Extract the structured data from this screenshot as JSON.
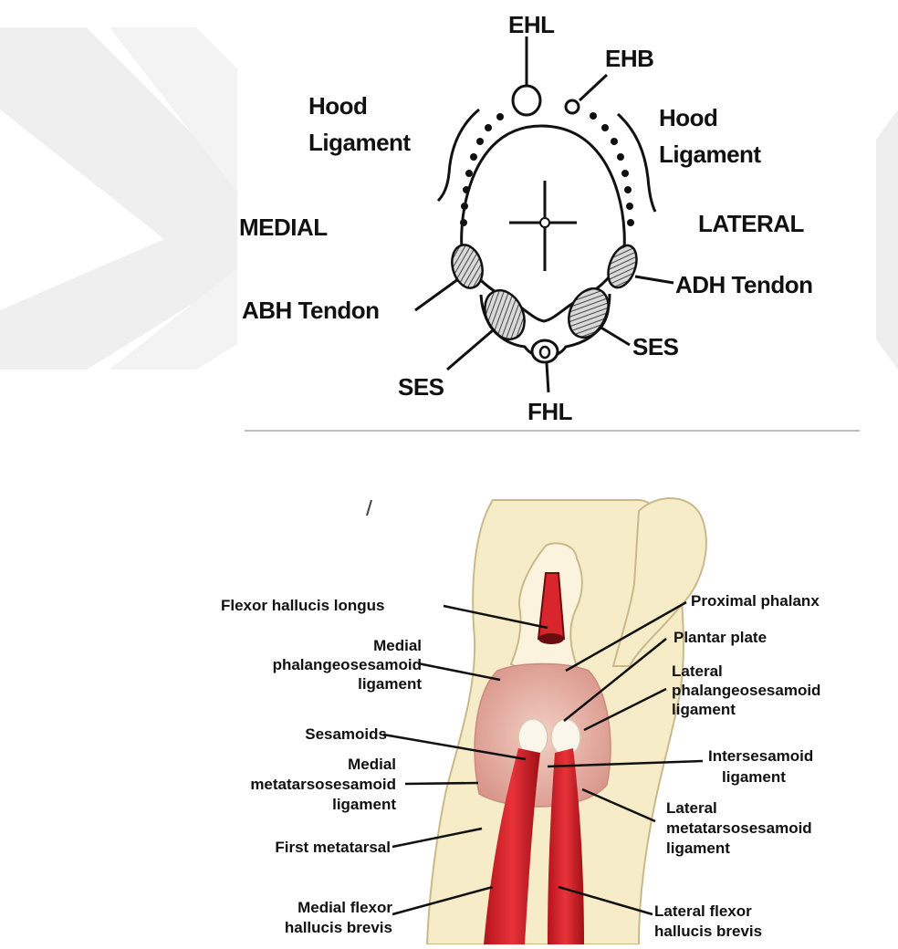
{
  "top_diagram": {
    "labels": {
      "ehl": "EHL",
      "ehb": "EHB",
      "hood_left_line1": "Hood",
      "hood_left_line2": "Ligament",
      "hood_right_line1": "Hood",
      "hood_right_line2": "Ligament",
      "medial": "MEDIAL",
      "lateral": "LATERAL",
      "adh_tendon": "ADH Tendon",
      "abh_tendon": "ABH Tendon",
      "ses_right": "SES",
      "ses_left": "SES",
      "fhl": "FHL"
    }
  },
  "bottom_diagram": {
    "labels": {
      "flexor_hallucis_longus": "Flexor hallucis longus",
      "proximal_phalanx": "Proximal phalanx",
      "plantar_plate": "Plantar plate",
      "medial_phalangeo_1": "Medial",
      "medial_phalangeo_2": "phalangeosesamoid",
      "medial_phalangeo_3": "ligament",
      "lateral_phalangeo_1": "Lateral",
      "lateral_phalangeo_2": "phalangeosesamoid",
      "lateral_phalangeo_3": "ligament",
      "sesamoids": "Sesamoids",
      "intersesamoid_1": "Intersesamoid",
      "intersesamoid_2": "ligament",
      "medial_metatarso_1": "Medial",
      "medial_metatarso_2": "metatarsosesamoid",
      "medial_metatarso_3": "ligament",
      "lateral_metatarso_1": "Lateral",
      "lateral_metatarso_2": "metatarsosesamoid",
      "lateral_metatarso_3": "ligament",
      "first_metatarsal": "First metatarsal",
      "medial_fhb_1": "Medial flexor",
      "medial_fhb_2": "hallucis brevis",
      "lateral_fhb_1": "Lateral flexor",
      "lateral_fhb_2": "hallucis brevis"
    }
  },
  "colors": {
    "ink": "#111111",
    "bone": "#f7ecc8",
    "bone_edge": "#c9b98a",
    "muscle": "#d8262c",
    "ligament": "#e7b2a4",
    "chevron": "#f0f0f0",
    "divider": "#bdbdbd"
  }
}
